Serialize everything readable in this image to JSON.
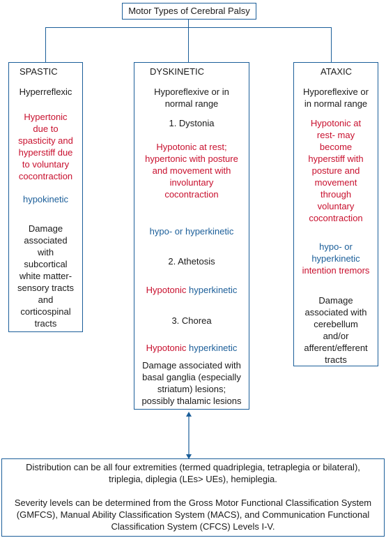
{
  "title": "Motor Types of Cerebral Palsy",
  "spastic": {
    "heading": "SPASTIC",
    "reflex": "Hyperreflexic",
    "tone": [
      "Hypertonic",
      "due to",
      "spasticity and",
      "hyperstiff due",
      "to voluntary",
      "cocontraction"
    ],
    "kinetic": "hypokinetic",
    "damage": [
      "Damage",
      "associated",
      "with",
      "subcortical",
      "white matter-",
      "sensory tracts",
      "and",
      "corticospinal",
      "tracts"
    ]
  },
  "dyskinetic": {
    "heading": "DYSKINETIC",
    "reflex": [
      "Hyporeflexive or in",
      "normal range"
    ],
    "dystonia": {
      "label": "1. Dystonia",
      "tone": [
        "Hypotonic at rest;",
        "hypertonic with posture",
        "and movement with",
        "involuntary",
        "cocontraction"
      ],
      "kinetic": "hypo- or hyperkinetic"
    },
    "athetosis": {
      "label": "2. Athetosis",
      "tone": "Hypotonic",
      "kinetic": "hyperkinetic"
    },
    "chorea": {
      "label": "3. Chorea",
      "tone": "Hypotonic",
      "kinetic": "hyperkinetic"
    },
    "damage": [
      "Damage associated with",
      "basal ganglia (especially",
      "striatum) lesions;",
      "possibly thalamic lesions"
    ]
  },
  "ataxic": {
    "heading": "ATAXIC",
    "reflex": [
      "Hyporeflexive or",
      "in normal range"
    ],
    "tone": [
      "Hypotonic at",
      "rest- may",
      "become",
      "hyperstiff with",
      "posture and",
      "movement",
      "through",
      "voluntary",
      "cocontraction"
    ],
    "kinetic": [
      "hypo- or",
      "hyperkinetic",
      "intention tremors"
    ],
    "damage": [
      "Damage",
      "associated with",
      "cerebellum",
      "and/or",
      "afferent/efferent",
      "tracts"
    ]
  },
  "bottom": {
    "distribution": [
      "Distribution can be all four extremities (termed quadriplegia, tetraplegia or bilateral),",
      "triplegia, diplegia (LEs> UEs), hemiplegia."
    ],
    "severity": [
      "Severity levels can be determined from the Gross Motor Functional Classification System",
      "(GMFCS), Manual Ability Classification System (MACS), and Communication Functional",
      "Classification System (CFCS) Levels I-V."
    ]
  },
  "colors": {
    "accent": "#1b5e99",
    "red": "#c8102e",
    "text": "#1a1a1a"
  }
}
